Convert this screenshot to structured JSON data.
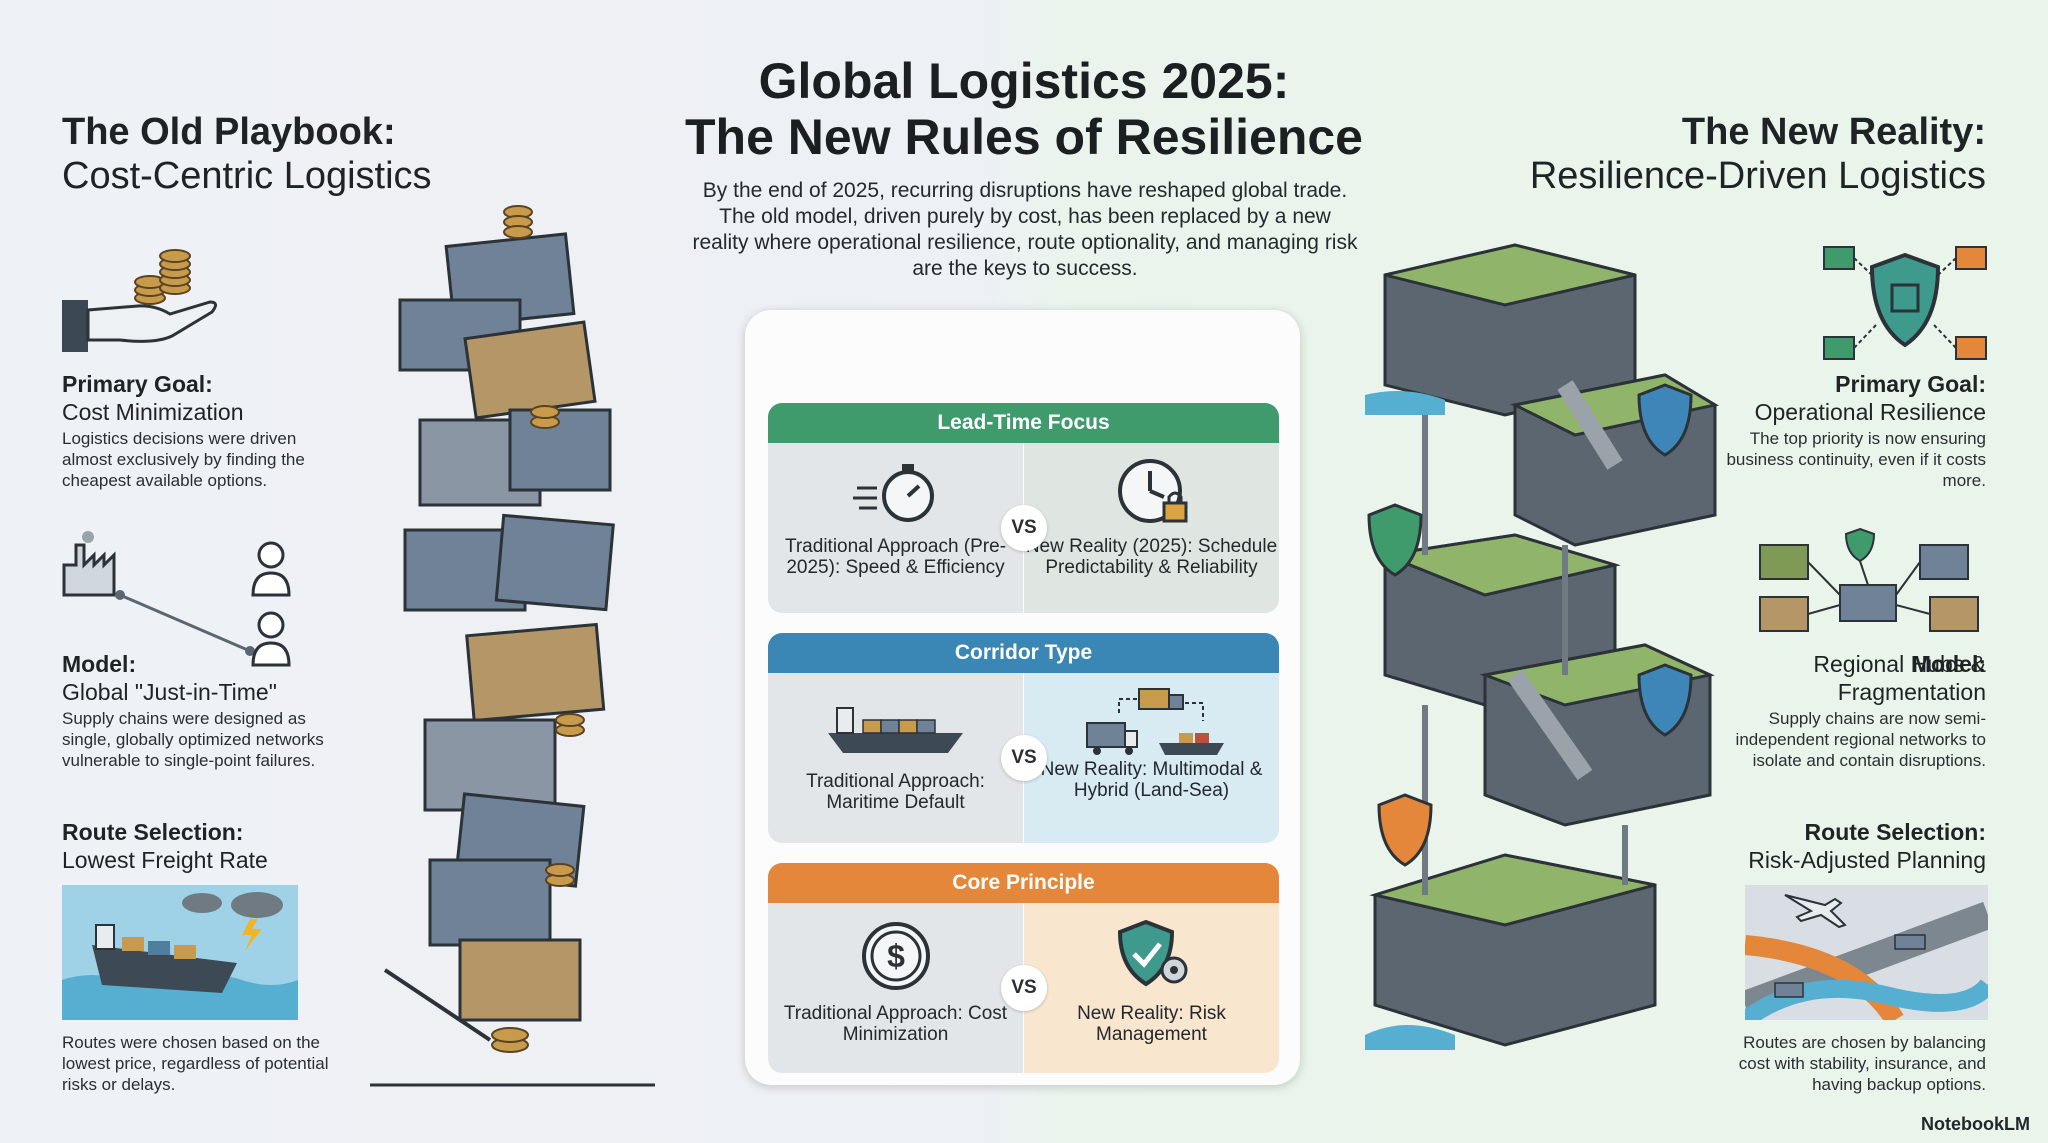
{
  "header": {
    "title_line1": "Global Logistics 2025:",
    "title_line2": "The New Rules of Resilience",
    "intro": "By the end of 2025, recurring disruptions have reshaped global trade. The old model, driven purely by cost, has been replaced by a new reality where operational resilience, route optionality, and managing risk are the keys to success."
  },
  "old": {
    "title_bold": "The Old Playbook:",
    "title_sub": "Cost-Centric Logistics",
    "goal_head": "Primary Goal:",
    "goal_value": "Cost Minimization",
    "goal_desc": "Logistics decisions were driven almost exclusively by finding the cheapest available options.",
    "model_head": "Model:",
    "model_value": "Global \"Just-in-Time\"",
    "model_desc": "Supply chains were designed as single, globally optimized networks vulnerable to single-point failures.",
    "route_head": "Route Selection:",
    "route_value": "Lowest Freight Rate",
    "route_desc": "Routes were chosen based on the lowest price, regardless of potential risks or delays."
  },
  "new": {
    "title_bold": "The New Reality:",
    "title_sub": "Resilience-Driven Logistics",
    "goal_head": "Primary Goal:",
    "goal_value": "Operational Resilience",
    "goal_desc": "The top priority is now ensuring business continuity, even if it costs more.",
    "model_head": "Model:",
    "model_value": "Regional Hubs & Fragmentation",
    "model_desc": "Supply chains are now semi-independent regional networks to isolate and contain disruptions.",
    "route_head": "Route Selection:",
    "route_value": "Risk-Adjusted Planning",
    "route_desc": "Routes are chosen by balancing cost with stability, insurance, and having backup options."
  },
  "comparisons": [
    {
      "header": "Lead-Time Focus",
      "color": "#3f9a6c",
      "left_bg": "#e3e6e8",
      "right_bg": "#dfe6e1",
      "left": "Traditional Approach (Pre-2025): Speed & Efficiency",
      "right": "New Reality (2025): Schedule Predictability & Reliability",
      "left_icon": "stopwatch-icon",
      "right_icon": "clock-lock-icon"
    },
    {
      "header": "Corridor Type",
      "color": "#3a86b4",
      "left_bg": "#e3e6e8",
      "right_bg": "#d8eaf2",
      "left": "Traditional Approach: Maritime Default",
      "right": "New Reality: Multimodal & Hybrid (Land-Sea)",
      "left_icon": "cargo-ship-icon",
      "right_icon": "multimodal-transport-icon"
    },
    {
      "header": "Core Principle",
      "color": "#e4873a",
      "left_bg": "#e3e6e8",
      "right_bg": "#f8e6cf",
      "left": "Traditional Approach: Cost Minimization",
      "right": "New Reality: Risk Management",
      "left_icon": "dollar-coin-icon",
      "right_icon": "shield-gear-icon"
    }
  ],
  "vs_label": "VS",
  "brand": "NotebookLM"
}
